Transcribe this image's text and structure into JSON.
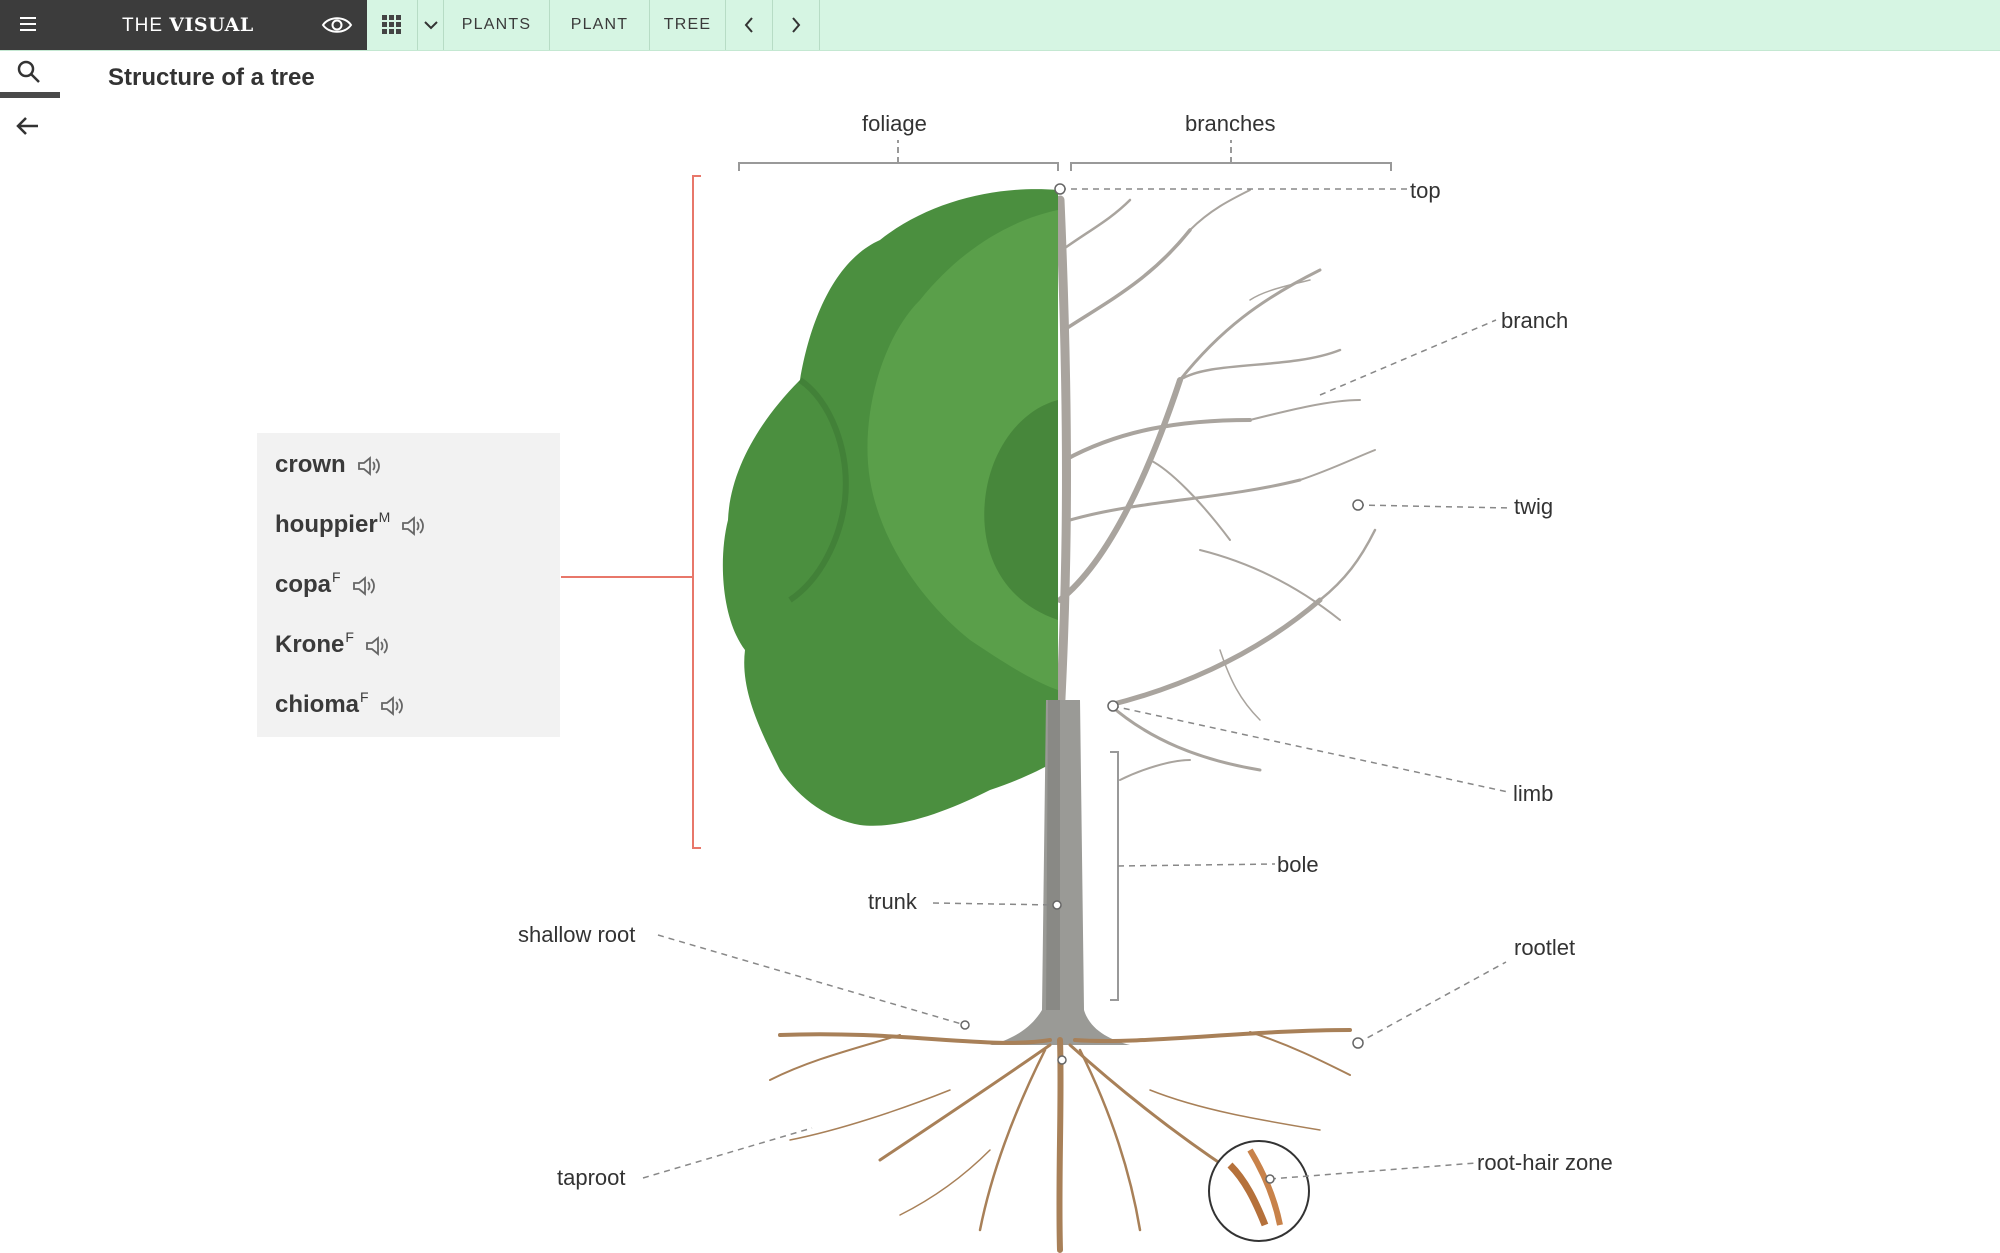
{
  "app": {
    "brand_light": "THE",
    "brand_bold": "VISUAL",
    "colors": {
      "topbar": "#d6f5e3",
      "brand_bg": "#3c3c3c",
      "highlight": "#e8776a",
      "panel": "#f2f2f2"
    }
  },
  "nav": {
    "breadcrumbs": [
      "PLANTS",
      "PLANT",
      "TREE"
    ]
  },
  "icons": {
    "menu": "hamburger-icon",
    "view": "eye-icon",
    "grid": "grid-icon",
    "dropdown": "chevron-down-icon",
    "prev": "chevron-left-icon",
    "next": "chevron-right-icon",
    "search": "search-icon",
    "back": "arrow-left-icon",
    "audio": "speaker-icon"
  },
  "page": {
    "title": "Structure of a tree"
  },
  "diagram": {
    "labels": {
      "foliage": "foliage",
      "branches": "branches",
      "top": "top",
      "branch": "branch",
      "twig": "twig",
      "limb": "limb",
      "bole": "bole",
      "trunk": "trunk",
      "shallow_root": "shallow root",
      "rootlet": "rootlet",
      "taproot": "taproot",
      "root_hair_zone": "root-hair zone"
    }
  },
  "translations": {
    "selected": "crown",
    "terms": [
      {
        "word": "crown",
        "gender": ""
      },
      {
        "word": "houppier",
        "gender": "M"
      },
      {
        "word": "copa",
        "gender": "F"
      },
      {
        "word": "Krone",
        "gender": "F"
      },
      {
        "word": "chioma",
        "gender": "F"
      }
    ]
  }
}
